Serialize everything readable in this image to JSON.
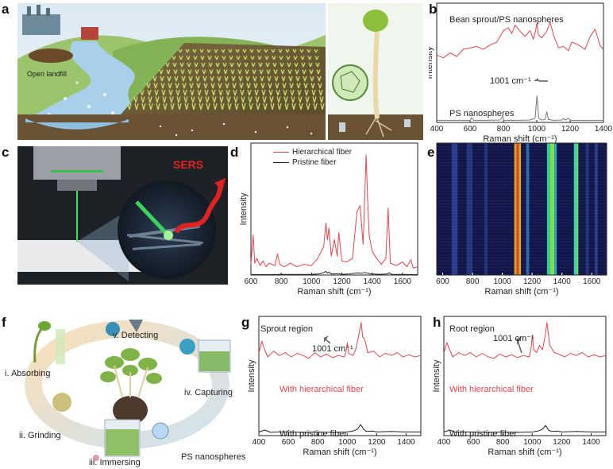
{
  "panel_labels": [
    "a",
    "b",
    "c",
    "d",
    "e",
    "f",
    "g",
    "h"
  ],
  "panel_a": {
    "landfill_label": "Open landfill"
  },
  "panel_c": {
    "sers_label": "SERS"
  },
  "panel_f": {
    "steps": [
      "i. Absorbing",
      "ii. Grinding",
      "iii. Immersing",
      "iv. Capturing",
      "v. Detecting"
    ],
    "legend": "PS nanospheres"
  },
  "chart_data": [
    {
      "id": "b",
      "type": "line",
      "xlabel": "Raman shift (cm⁻¹)",
      "ylabel": "Intensity",
      "xlim": [
        400,
        1400
      ],
      "xticks": [
        400,
        600,
        800,
        1000,
        1200,
        1400
      ],
      "annotation": "1001 cm⁻¹",
      "series": [
        {
          "name": "Bean sprout/PS nanospheres",
          "color": "#e8424b",
          "x": [
            400,
            440,
            480,
            520,
            560,
            600,
            640,
            680,
            720,
            760,
            800,
            830,
            850,
            870,
            900,
            930,
            960,
            980,
            995,
            1001,
            1010,
            1030,
            1060,
            1080,
            1100,
            1130,
            1160,
            1190,
            1210,
            1250,
            1290,
            1320,
            1350,
            1380,
            1400
          ],
          "y": [
            0.52,
            0.48,
            0.55,
            0.5,
            0.6,
            0.62,
            0.64,
            0.6,
            0.66,
            0.7,
            0.86,
            0.9,
            0.82,
            0.94,
            0.85,
            0.78,
            0.86,
            0.74,
            0.88,
            0.97,
            0.8,
            0.76,
            0.85,
            0.98,
            0.8,
            0.62,
            0.64,
            0.58,
            0.7,
            0.66,
            0.6,
            0.78,
            0.88,
            0.65,
            0.6
          ]
        },
        {
          "name": "PS nanospheres",
          "color": "#777777",
          "x": [
            400,
            500,
            600,
            610,
            620,
            630,
            700,
            780,
            795,
            800,
            810,
            880,
            960,
            990,
            1001,
            1012,
            1030,
            1050,
            1060,
            1070,
            1100,
            1150,
            1160,
            1170,
            1190,
            1200,
            1210,
            1300,
            1400
          ],
          "y": [
            0.02,
            0.02,
            0.02,
            0.13,
            0.02,
            0.02,
            0.02,
            0.03,
            0.18,
            0.03,
            0.02,
            0.02,
            0.03,
            0.1,
            0.98,
            0.1,
            0.03,
            0.05,
            0.36,
            0.05,
            0.02,
            0.03,
            0.1,
            0.03,
            0.1,
            0.03,
            0.02,
            0.02,
            0.02
          ]
        }
      ]
    },
    {
      "id": "d",
      "type": "line",
      "xlabel": "Raman shift (cm⁻¹)",
      "ylabel": "Intensity",
      "xlim": [
        600,
        1700
      ],
      "xticks": [
        600,
        800,
        1000,
        1200,
        1400,
        1600
      ],
      "series": [
        {
          "name": "Hierarchical fiber",
          "color": "#e8424b",
          "x": [
            600,
            615,
            625,
            640,
            660,
            680,
            700,
            720,
            760,
            775,
            790,
            820,
            860,
            900,
            950,
            1000,
            1040,
            1080,
            1095,
            1105,
            1115,
            1130,
            1150,
            1170,
            1180,
            1200,
            1230,
            1270,
            1300,
            1320,
            1340,
            1360,
            1370,
            1380,
            1400,
            1430,
            1460,
            1490,
            1505,
            1520,
            1560,
            1600,
            1630,
            1655,
            1670,
            1700
          ],
          "y": [
            0.05,
            0.3,
            0.06,
            0.1,
            0.04,
            0.08,
            0.03,
            0.06,
            0.04,
            0.14,
            0.05,
            0.03,
            0.06,
            0.03,
            0.05,
            0.04,
            0.1,
            0.2,
            0.4,
            0.26,
            0.36,
            0.12,
            0.26,
            0.12,
            0.32,
            0.08,
            0.07,
            0.1,
            0.5,
            0.55,
            0.22,
            0.98,
            0.6,
            0.3,
            0.16,
            0.1,
            0.05,
            0.1,
            0.53,
            0.06,
            0.04,
            0.07,
            0.03,
            0.09,
            0.02,
            0.03
          ]
        },
        {
          "name": "Pristine fiber",
          "color": "#222222",
          "x": [
            600,
            700,
            800,
            900,
            1000,
            1050,
            1080,
            1095,
            1105,
            1115,
            1130,
            1180,
            1200,
            1250,
            1300,
            1330,
            1350,
            1370,
            1400,
            1450,
            1500,
            1510,
            1530,
            1600,
            1700
          ],
          "y": [
            0.01,
            0.01,
            0.015,
            0.015,
            0.02,
            0.03,
            0.07,
            0.1,
            0.05,
            0.08,
            0.03,
            0.04,
            0.02,
            0.03,
            0.06,
            0.05,
            0.07,
            0.05,
            0.03,
            0.02,
            0.03,
            0.06,
            0.02,
            0.015,
            0.01
          ]
        }
      ]
    },
    {
      "id": "e",
      "type": "heatmap",
      "xlabel": "Raman shift (cm⁻¹)",
      "xlim": [
        560,
        1700
      ],
      "xticks": [
        600,
        800,
        1000,
        1200,
        1400,
        1600
      ]
    },
    {
      "id": "g",
      "type": "line",
      "title": "Sprout region",
      "xlabel": "Raman shift (cm⁻¹)",
      "ylabel": "Intensity",
      "xlim": [
        400,
        1500
      ],
      "xticks": [
        400,
        600,
        800,
        1000,
        1200,
        1400
      ],
      "annotation": "1001 cm⁻¹",
      "series": [
        {
          "name": "With hierarchical fiber",
          "color": "#e8424b",
          "x": [
            400,
            420,
            440,
            460,
            500,
            540,
            580,
            620,
            660,
            700,
            740,
            780,
            820,
            860,
            900,
            940,
            980,
            995,
            1001,
            1010,
            1040,
            1060,
            1080,
            1095,
            1105,
            1120,
            1140,
            1180,
            1220,
            1260,
            1300,
            1340,
            1380,
            1420,
            1460,
            1500
          ],
          "y": [
            0.55,
            0.72,
            0.6,
            0.5,
            0.58,
            0.52,
            0.56,
            0.5,
            0.55,
            0.52,
            0.48,
            0.56,
            0.5,
            0.54,
            0.49,
            0.52,
            0.5,
            0.6,
            0.7,
            0.55,
            0.52,
            0.62,
            0.82,
            0.98,
            0.78,
            0.74,
            0.56,
            0.58,
            0.5,
            0.55,
            0.52,
            0.56,
            0.5,
            0.53,
            0.5,
            0.52
          ]
        },
        {
          "name": "With pristine fiber",
          "color": "#222222",
          "x": [
            400,
            440,
            480,
            520,
            600,
            700,
            800,
            900,
            1000,
            1040,
            1070,
            1090,
            1100,
            1110,
            1130,
            1170,
            1200,
            1300,
            1400,
            1500
          ],
          "y": [
            0.08,
            0.12,
            0.07,
            0.08,
            0.08,
            0.07,
            0.08,
            0.07,
            0.08,
            0.1,
            0.14,
            0.24,
            0.2,
            0.14,
            0.09,
            0.1,
            0.08,
            0.09,
            0.08,
            0.08
          ]
        }
      ]
    },
    {
      "id": "h",
      "type": "line",
      "title": "Root region",
      "xlabel": "Raman shift (cm⁻¹)",
      "ylabel": "Intensity",
      "xlim": [
        400,
        1500
      ],
      "xticks": [
        400,
        600,
        800,
        1000,
        1200,
        1400
      ],
      "annotation": "1001 cm⁻¹",
      "series": [
        {
          "name": "With hierarchical fiber",
          "color": "#e8424b",
          "x": [
            400,
            420,
            440,
            460,
            500,
            540,
            580,
            620,
            660,
            700,
            740,
            780,
            820,
            860,
            900,
            940,
            980,
            992,
            1001,
            1010,
            1030,
            1050,
            1070,
            1090,
            1100,
            1120,
            1150,
            1180,
            1220,
            1260,
            1300,
            1340,
            1380,
            1420,
            1460,
            1500
          ],
          "y": [
            0.55,
            0.7,
            0.6,
            0.5,
            0.56,
            0.52,
            0.56,
            0.5,
            0.55,
            0.5,
            0.48,
            0.54,
            0.5,
            0.53,
            0.49,
            0.52,
            0.5,
            0.62,
            0.8,
            0.6,
            0.56,
            0.66,
            0.6,
            0.82,
            0.98,
            0.66,
            0.56,
            0.54,
            0.5,
            0.55,
            0.52,
            0.56,
            0.5,
            0.53,
            0.5,
            0.52
          ]
        },
        {
          "name": "With pristine fiber",
          "color": "#222222",
          "x": [
            400,
            440,
            480,
            520,
            600,
            700,
            800,
            900,
            1000,
            1040,
            1070,
            1090,
            1100,
            1110,
            1130,
            1170,
            1200,
            1300,
            1400,
            1500
          ],
          "y": [
            0.08,
            0.12,
            0.07,
            0.08,
            0.08,
            0.07,
            0.08,
            0.07,
            0.08,
            0.1,
            0.14,
            0.22,
            0.18,
            0.12,
            0.09,
            0.1,
            0.08,
            0.09,
            0.08,
            0.08
          ]
        }
      ]
    }
  ]
}
